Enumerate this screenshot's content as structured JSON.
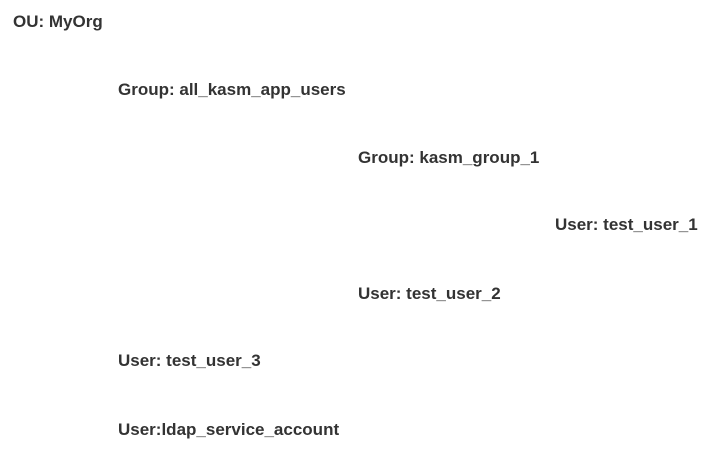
{
  "tree": {
    "nodes": [
      {
        "label": "OU: MyOrg",
        "level": 0
      },
      {
        "label": "Group: all_kasm_app_users",
        "level": 1
      },
      {
        "label": "Group: kasm_group_1",
        "level": 2
      },
      {
        "label": "User: test_user_1",
        "level": 3
      },
      {
        "label": "User: test_user_2",
        "level": 2
      },
      {
        "label": "User: test_user_3",
        "level": 1
      },
      {
        "label": "User:ldap_service_account",
        "level": 1
      }
    ]
  }
}
